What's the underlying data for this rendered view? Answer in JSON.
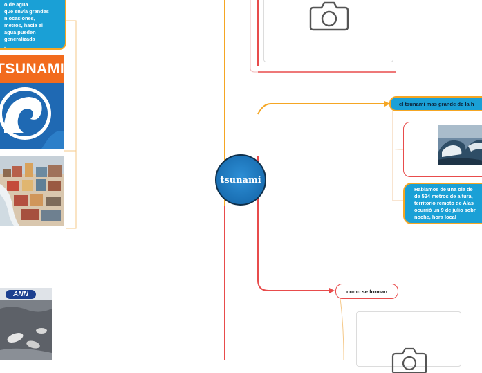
{
  "center": {
    "label": "tsunami"
  },
  "left_note": {
    "lines": [
      "o de agua",
      "que envía grandes",
      "n ocasiones,",
      "metros, hacia el",
      "agua pueden",
      "generalizada",
      "."
    ]
  },
  "tsunami_sign": {
    "text": "TSUNAMI"
  },
  "news_logo": {
    "text": "ANN"
  },
  "branch_largest": {
    "label": "el tsunami mas grande de la h",
    "note_lines": [
      "Hablamos de una ola de",
      "de 524 metros de altura,",
      "territorio remoto de Alas",
      "ocurrió un 9 de julio sobr",
      "noche, hora local"
    ]
  },
  "branch_formation": {
    "label": "como se forman"
  },
  "icons": {
    "camera": "camera-icon"
  },
  "colors": {
    "orange": "#f5a623",
    "red": "#e84c4c",
    "blue": "#1aa0d6",
    "center": "#1a6fb3"
  }
}
